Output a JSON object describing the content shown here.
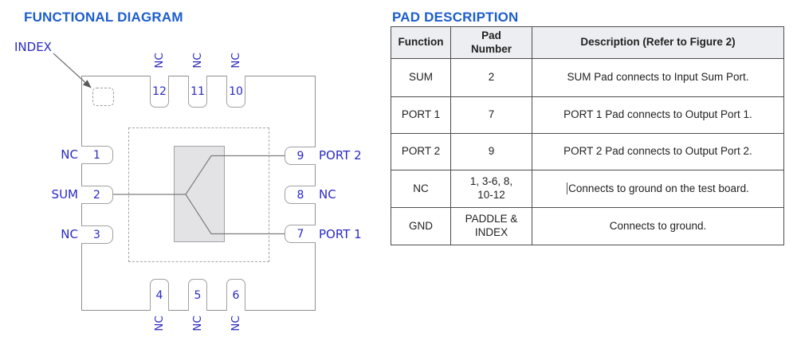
{
  "functional_diagram": {
    "title": "FUNCTIONAL DIAGRAM",
    "index_label": "INDEX",
    "pins": {
      "top": [
        {
          "number": "12",
          "label": "NC"
        },
        {
          "number": "11",
          "label": "NC"
        },
        {
          "number": "10",
          "label": "NC"
        }
      ],
      "bottom": [
        {
          "number": "4",
          "label": "NC"
        },
        {
          "number": "5",
          "label": "NC"
        },
        {
          "number": "6",
          "label": "NC"
        }
      ],
      "left": [
        {
          "number": "1",
          "label": "NC"
        },
        {
          "number": "2",
          "label": "SUM"
        },
        {
          "number": "3",
          "label": "NC"
        }
      ],
      "right": [
        {
          "number": "9",
          "label": "PORT 2"
        },
        {
          "number": "8",
          "label": "NC"
        },
        {
          "number": "7",
          "label": "PORT 1"
        }
      ]
    }
  },
  "pad_table": {
    "title": "PAD DESCRIPTION",
    "headers": {
      "function": "Function",
      "pad": "Pad\nNumber",
      "description": "Description (Refer to Figure 2)"
    },
    "rows": [
      {
        "function": "SUM",
        "pad": "2",
        "description": "SUM Pad connects to Input Sum Port."
      },
      {
        "function": "PORT 1",
        "pad": "7",
        "description": "PORT 1 Pad connects to Output Port 1."
      },
      {
        "function": "PORT 2",
        "pad": "9",
        "description": "PORT 2 Pad connects to Output Port 2."
      },
      {
        "function": "NC",
        "pad": "1, 3-6, 8,\n10-12",
        "description": "Connects to ground on the test board."
      },
      {
        "function": "GND",
        "pad": "PADDLE &\nINDEX",
        "description": "Connects to ground."
      }
    ]
  },
  "colors": {
    "heading_blue": "#1d5ecb",
    "label_blue": "#2a2ac4",
    "table_header_bg": "#edeef2",
    "diagram_line_gray": "#8f8f8f",
    "core_fill_gray": "#e3e3e6"
  }
}
